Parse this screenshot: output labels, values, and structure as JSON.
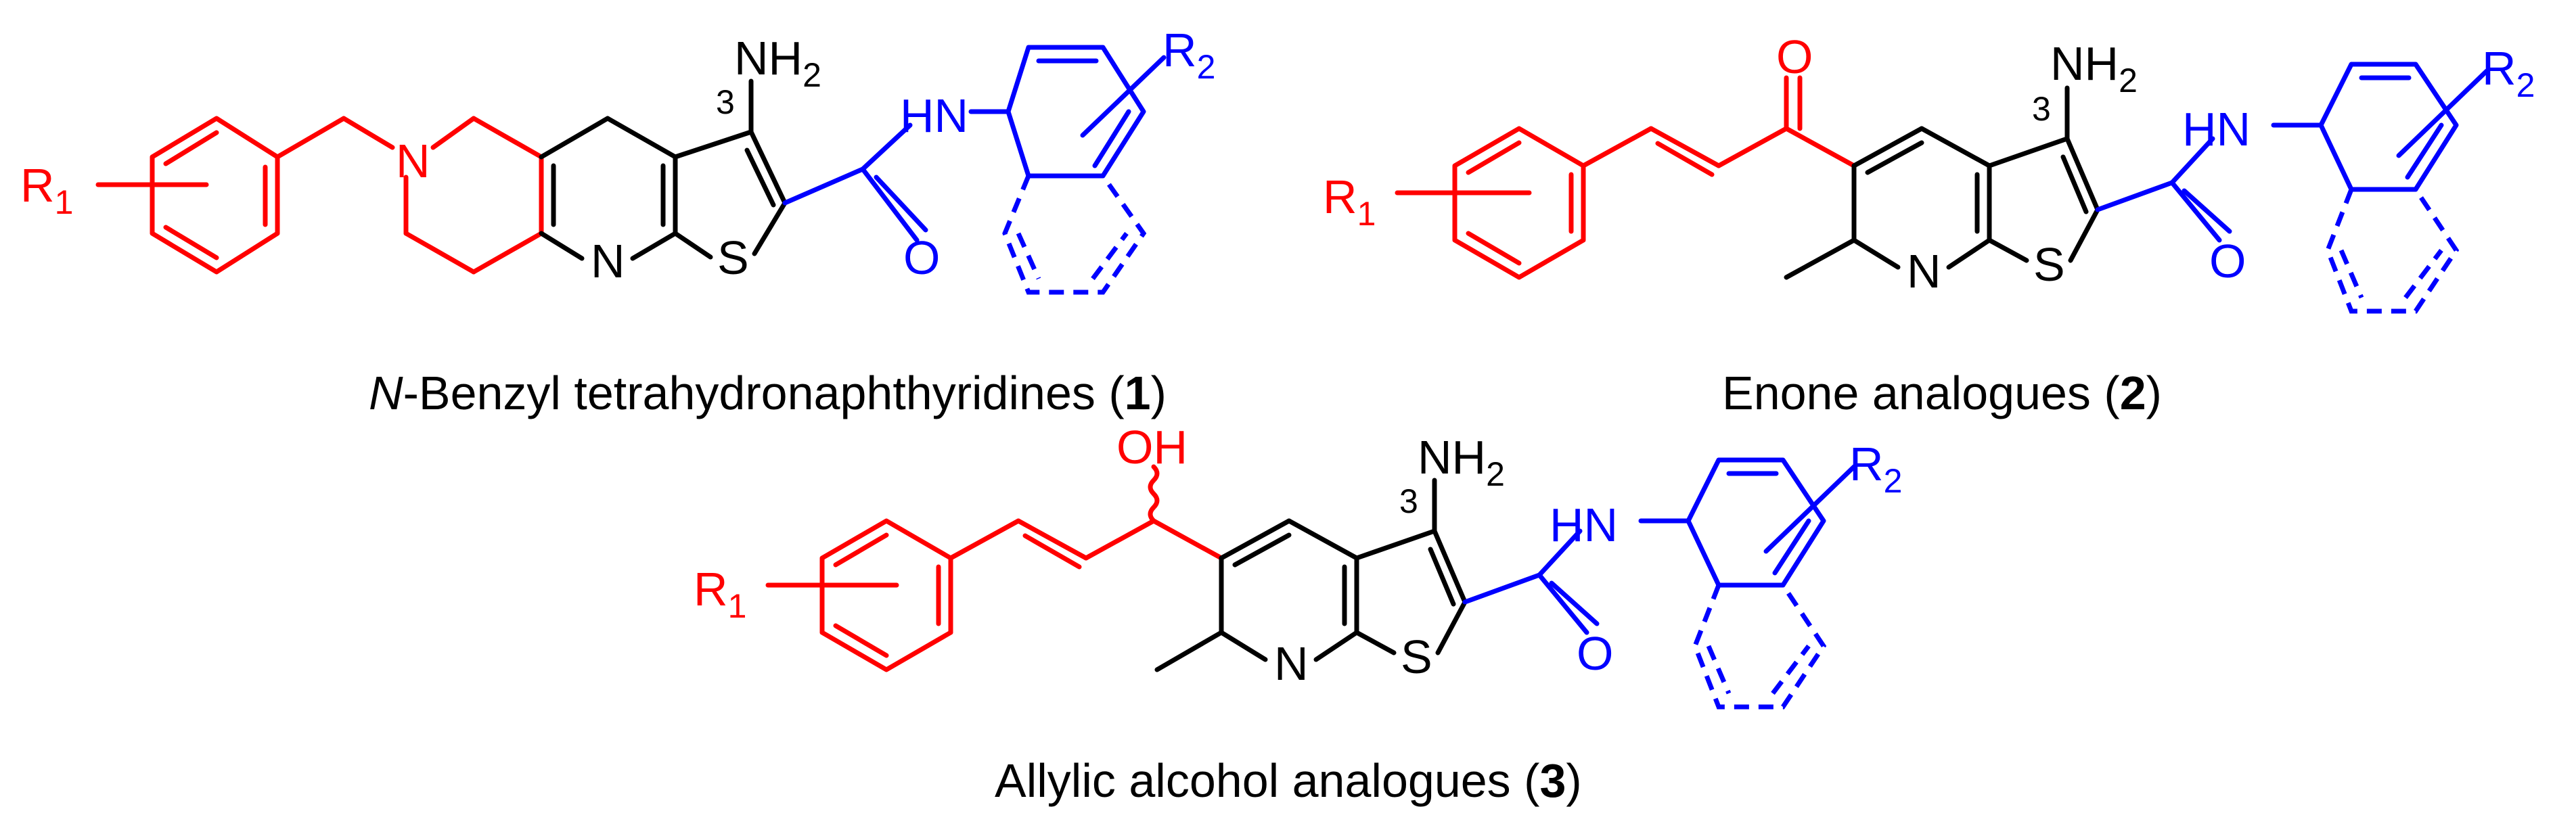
{
  "colors": {
    "core": "#000000",
    "left_fragment": "#ff0000",
    "right_fragment": "#0000ff",
    "background": "#ffffff"
  },
  "structures": [
    {
      "caption": {
        "italic_prefix": "N",
        "text": "-Benzyl tetrahydronaphthyridines (",
        "number": "1",
        "close": ")"
      },
      "atoms": {
        "r1": "R",
        "r1_sub": "1",
        "n_amine": "N",
        "loc": "3",
        "nh2": "NH",
        "nh2_sub": "2",
        "n_ring": "N",
        "s": "S",
        "hn": "HN",
        "o": "O",
        "r2": "R",
        "r2_sub": "2"
      }
    },
    {
      "caption": {
        "text": "Enone analogues (",
        "number": "2",
        "close": ")"
      },
      "atoms": {
        "r1": "R",
        "r1_sub": "1",
        "o_ketone": "O",
        "loc": "3",
        "nh2": "NH",
        "nh2_sub": "2",
        "n_ring": "N",
        "s": "S",
        "hn": "HN",
        "o": "O",
        "r2": "R",
        "r2_sub": "2"
      }
    },
    {
      "caption": {
        "text": "Allylic alcohol analogues (",
        "number": "3",
        "close": ")"
      },
      "atoms": {
        "r1": "R",
        "r1_sub": "1",
        "oh": "OH",
        "loc": "3",
        "nh2": "NH",
        "nh2_sub": "2",
        "n_ring": "N",
        "s": "S",
        "hn": "HN",
        "o": "O",
        "r2": "R",
        "r2_sub": "2"
      }
    }
  ]
}
